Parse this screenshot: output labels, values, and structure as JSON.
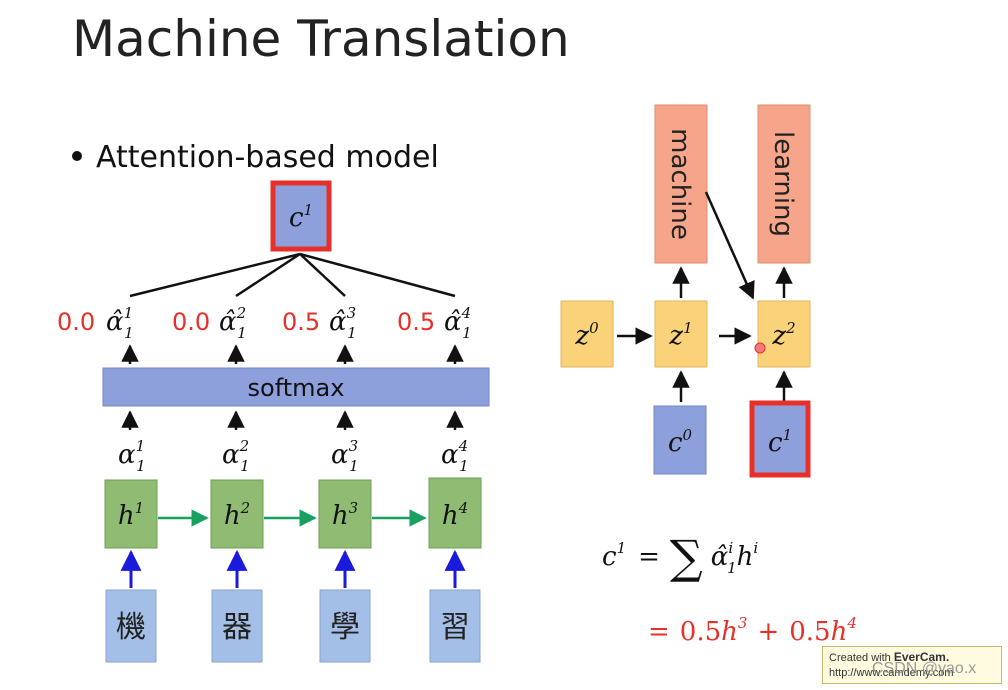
{
  "slide": {
    "title": "Machine Translation",
    "bullet": "Attention-based model"
  },
  "left": {
    "inputs": [
      "機",
      "器",
      "學",
      "習"
    ],
    "hidden": [
      {
        "base": "h",
        "sup": "1"
      },
      {
        "base": "h",
        "sup": "2"
      },
      {
        "base": "h",
        "sup": "3"
      },
      {
        "base": "h",
        "sup": "4"
      }
    ],
    "alphas": [
      {
        "base": "α",
        "sub": "1",
        "sup": "1"
      },
      {
        "base": "α",
        "sub": "1",
        "sup": "2"
      },
      {
        "base": "α",
        "sub": "1",
        "sup": "3"
      },
      {
        "base": "α",
        "sub": "1",
        "sup": "4"
      }
    ],
    "softmax_label": "softmax",
    "alpha_hats": [
      {
        "base": "α̂",
        "sub": "1",
        "sup": "1"
      },
      {
        "base": "α̂",
        "sub": "1",
        "sup": "2"
      },
      {
        "base": "α̂",
        "sub": "1",
        "sup": "3"
      },
      {
        "base": "α̂",
        "sub": "1",
        "sup": "4"
      }
    ],
    "weights": [
      "0.0",
      "0.0",
      "0.5",
      "0.5"
    ],
    "context": {
      "base": "c",
      "sup": "1"
    }
  },
  "right": {
    "states": [
      {
        "base": "z",
        "sup": "0"
      },
      {
        "base": "z",
        "sup": "1"
      },
      {
        "base": "z",
        "sup": "2"
      }
    ],
    "contexts": [
      {
        "base": "c",
        "sup": "0"
      },
      {
        "base": "c",
        "sup": "1"
      }
    ],
    "outputs": [
      "machine",
      "learning"
    ]
  },
  "formula": {
    "lhs_base": "c",
    "lhs_sup": "1",
    "equals": "=",
    "sum_symbol": "∑",
    "term": {
      "a_base": "α̂",
      "a_sub": "1",
      "a_sup": "i",
      "h_base": "h",
      "h_sup": "i"
    },
    "line2": {
      "equals": "=",
      "coef1": "0.5",
      "h1_base": "h",
      "h1_sup": "3",
      "plus": "+",
      "coef2": "0.5",
      "h2_base": "h",
      "h2_sup": "4"
    }
  },
  "watermark": {
    "line1_prefix": "Created with ",
    "line1_brand": "EverCam.",
    "line2": "http://www.camdemy.com",
    "csdn": "CSDN @yao.x"
  },
  "colors": {
    "hidden_fill": "#8fbc72",
    "input_fill": "#a3bfe8",
    "softmax_fill": "#8ea0dc",
    "context_fill": "#8ea0dc",
    "state_fill": "#fad27a",
    "output_fill": "#f7a58a",
    "highlight": "#e8302a",
    "green_arrow": "#19a060",
    "blue_arrow": "#1a1adc"
  }
}
